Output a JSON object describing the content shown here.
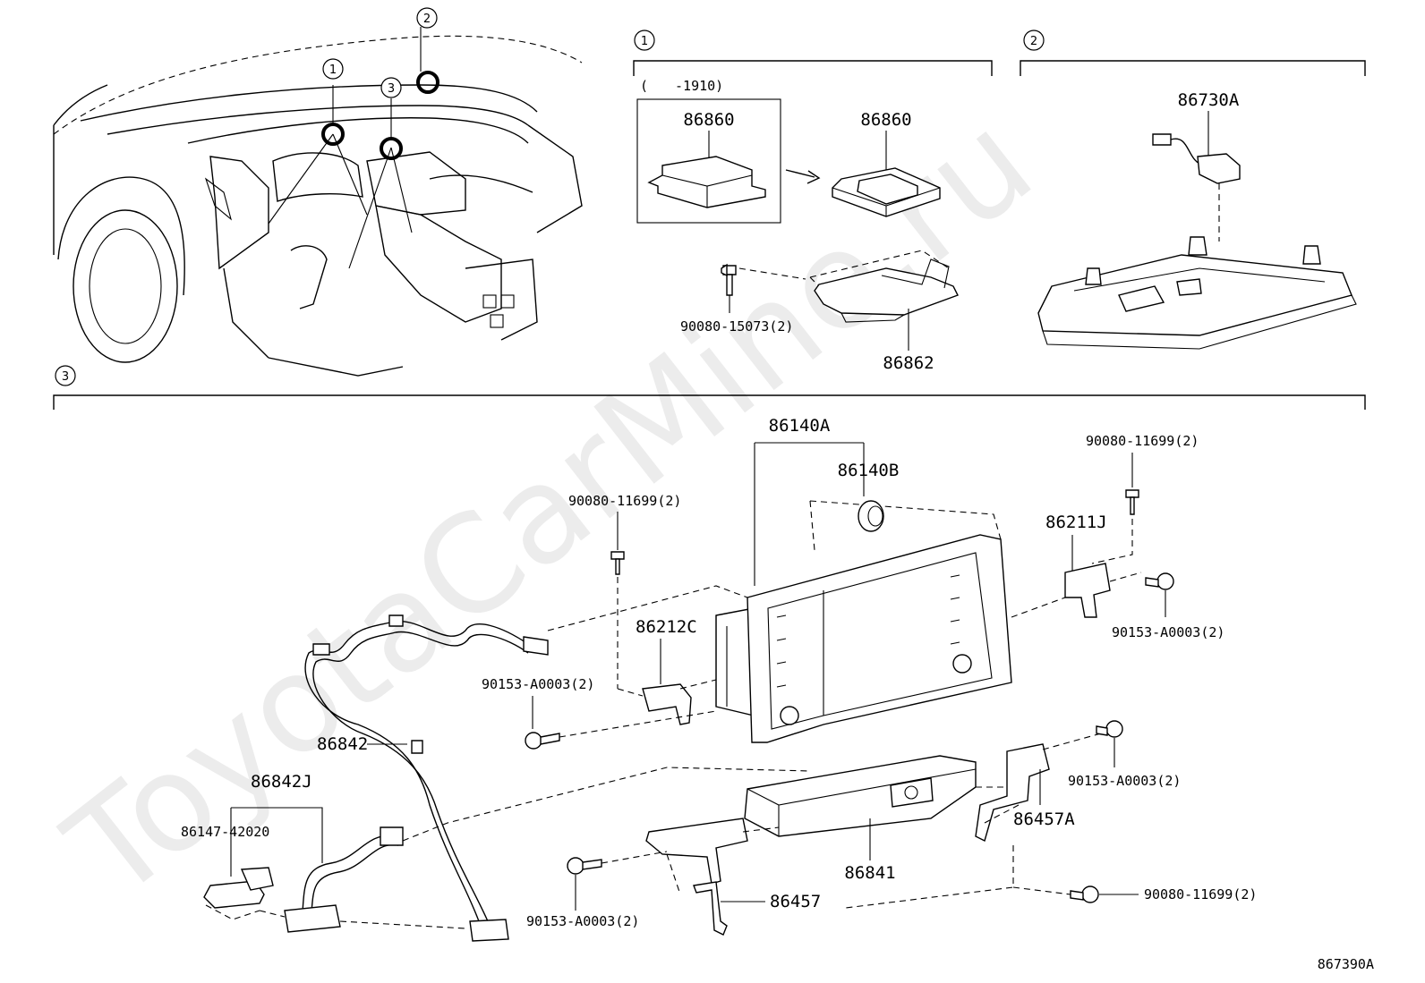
{
  "watermark": "ToyotaCarMine.ru",
  "diagram_code": "867390A",
  "sections": [
    {
      "id": "1",
      "marker": "1"
    },
    {
      "id": "2",
      "marker": "2"
    },
    {
      "id": "3",
      "marker": "3"
    }
  ],
  "overview_markers": [
    "1",
    "2",
    "3"
  ],
  "section1": {
    "date_range": "(　　-1910)",
    "parts": {
      "old_ecu": "86860",
      "new_ecu": "86860",
      "bolt": "90080-15073(2)",
      "bracket": "86862"
    }
  },
  "section2": {
    "parts": {
      "antenna": "86730A"
    }
  },
  "section3": {
    "parts": {
      "display_assy": "86140A",
      "knob": "86140B",
      "screw_left": "90080-11699(2)",
      "screw_right": "90080-11699(2)",
      "bracket_right": "86211J",
      "bolt_right_upper": "90153-A0003(2)",
      "bracket_left": "86212C",
      "bolt_left": "90153-A0003(2)",
      "harness": "86842",
      "sub_harness": "86842J",
      "sub_part": "86147-42020",
      "bolt_lower_right": "90153-A0003(2)",
      "bracket_lower_right": "86457A",
      "amplifier": "86841",
      "bolt_lower_left": "90153-A0003(2)",
      "bracket_lower": "86457",
      "screw_lower": "90080-11699(2)"
    }
  }
}
